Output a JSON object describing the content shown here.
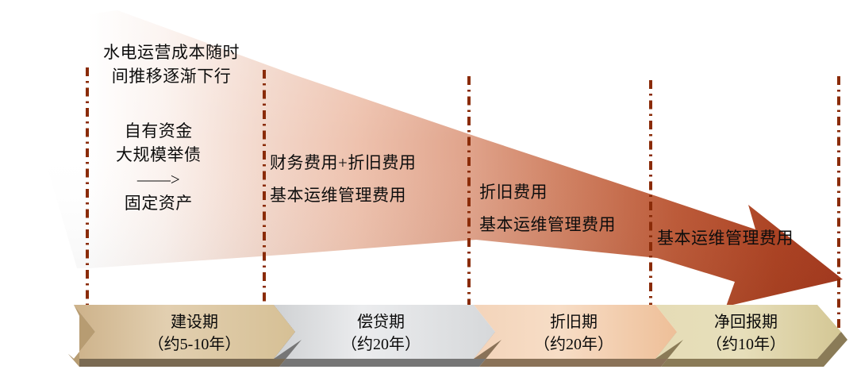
{
  "diagram": {
    "title_note": {
      "line1": "水电运营成本随时",
      "line2": "间推移逐渐下行"
    },
    "phases": [
      {
        "id": "construction",
        "notes": [
          "自有资金",
          "大规模举债",
          "——>",
          "固定资产"
        ],
        "timeline_label": "建设期",
        "timeline_duration": "（约5-10年）",
        "band_color": "#d9c29b",
        "band_color_dark": "#ab9064"
      },
      {
        "id": "repayment",
        "notes": [
          "财务费用+折旧费用",
          "基本运维管理费用"
        ],
        "timeline_label": "偿贷期",
        "timeline_duration": "（约20年）",
        "band_color": "#e4e5e7",
        "band_color_dark": "#a9aaac"
      },
      {
        "id": "depreciation",
        "notes": [
          "折旧费用",
          "基本运维管理费用"
        ],
        "timeline_label": "折旧期",
        "timeline_duration": "（约20年）",
        "band_color": "#f2cfb0",
        "band_color_dark": "#c1a183"
      },
      {
        "id": "net-return",
        "notes": [
          "基本运维管理费用"
        ],
        "timeline_label": "净回报期",
        "timeline_duration": "（约10年）",
        "band_color": "#e0d6ab",
        "band_color_dark": "#ab9f74"
      }
    ],
    "colors": {
      "arrow_start": "#ffffff",
      "arrow_mid": "#e8b8a6",
      "arrow_end": "#a6391e",
      "divider": "#8a2b08",
      "band_shadow": "#7a6a52",
      "text": "#0d0d0d"
    },
    "dividers_x": [
      110,
      333,
      591,
      820,
      1057
    ],
    "icons": {
      "funnel_arrow": "tapering-arrow-icon",
      "chevron_band": "chevron-band-icon"
    }
  }
}
